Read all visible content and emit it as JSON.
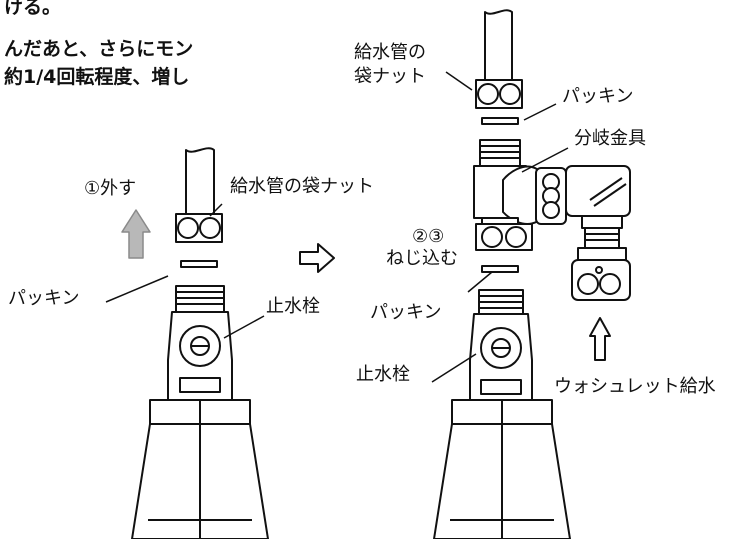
{
  "instructions": {
    "line1": "ける。",
    "line2": "んだあと、さらにモン",
    "line3": "約1/4回転程度、増し"
  },
  "left": {
    "step_label": "①外す",
    "nut_label": "給水管の袋ナット",
    "packing_label": "パッキン",
    "valve_label": "止水栓"
  },
  "right": {
    "nut_label_1": "給水管の",
    "nut_label_2": "袋ナット",
    "packing_label_top": "パッキン",
    "branch_label": "分岐金具",
    "step_label_1": "②③",
    "step_label_2": "ねじ込む",
    "packing_label": "パッキン",
    "valve_label": "止水栓",
    "washlet_label": "ウォシュレット給水"
  },
  "colors": {
    "ink": "#111111",
    "gray_arrow": "#b8b8b8",
    "paper": "#ffffff"
  }
}
